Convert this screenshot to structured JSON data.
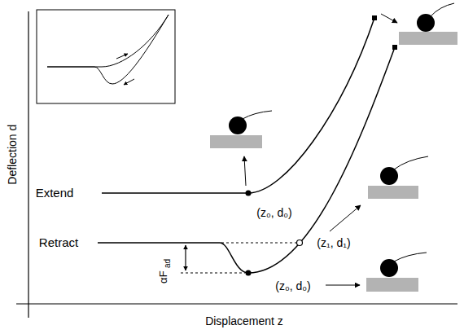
{
  "diagram": {
    "labels": [
      "Deflection d",
      "Extend",
      "Retract",
      "(z₀, d₀)",
      "(z₁, d₁)",
      "(z₀, d₀)",
      "αF",
      "ad",
      "Displacement z"
    ]
  }
}
